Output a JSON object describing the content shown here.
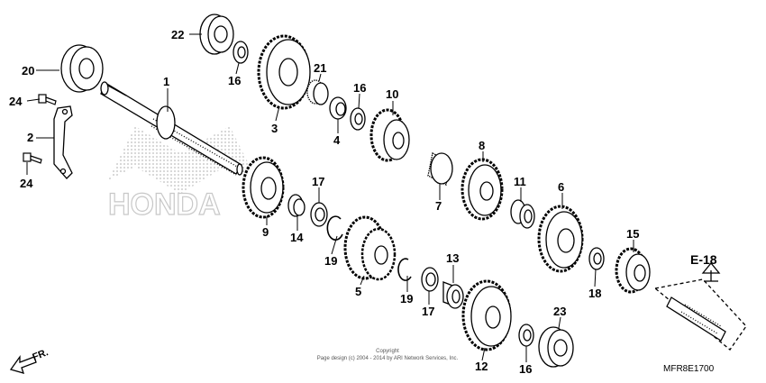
{
  "parts": [
    {
      "id": "1",
      "label": "1"
    },
    {
      "id": "2",
      "label": "2"
    },
    {
      "id": "3",
      "label": "3"
    },
    {
      "id": "4",
      "label": "4"
    },
    {
      "id": "5",
      "label": "5"
    },
    {
      "id": "6",
      "label": "6"
    },
    {
      "id": "7",
      "label": "7"
    },
    {
      "id": "8",
      "label": "8"
    },
    {
      "id": "9",
      "label": "9"
    },
    {
      "id": "10",
      "label": "10"
    },
    {
      "id": "11",
      "label": "11"
    },
    {
      "id": "12",
      "label": "12"
    },
    {
      "id": "13",
      "label": "13"
    },
    {
      "id": "14",
      "label": "14"
    },
    {
      "id": "15",
      "label": "15"
    },
    {
      "id": "16a",
      "label": "16"
    },
    {
      "id": "16b",
      "label": "16"
    },
    {
      "id": "16c",
      "label": "16"
    },
    {
      "id": "17a",
      "label": "17"
    },
    {
      "id": "17b",
      "label": "17"
    },
    {
      "id": "18",
      "label": "18"
    },
    {
      "id": "19a",
      "label": "19"
    },
    {
      "id": "19b",
      "label": "19"
    },
    {
      "id": "20",
      "label": "20"
    },
    {
      "id": "21",
      "label": "21"
    },
    {
      "id": "22",
      "label": "22"
    },
    {
      "id": "23",
      "label": "23"
    },
    {
      "id": "24a",
      "label": "24"
    },
    {
      "id": "24b",
      "label": "24"
    }
  ],
  "reference": {
    "label": "E-18"
  },
  "direction": {
    "label": "FR."
  },
  "watermark": {
    "text": "HONDA"
  },
  "copyright": {
    "line1": "Copyright",
    "line2": "Page design (c) 2004 - 2014 by ARI Network Services, Inc."
  },
  "diagram_code": "MFR8E1700",
  "colors": {
    "line": "#000000",
    "watermark": "#c8c8c8",
    "background": "#ffffff"
  }
}
